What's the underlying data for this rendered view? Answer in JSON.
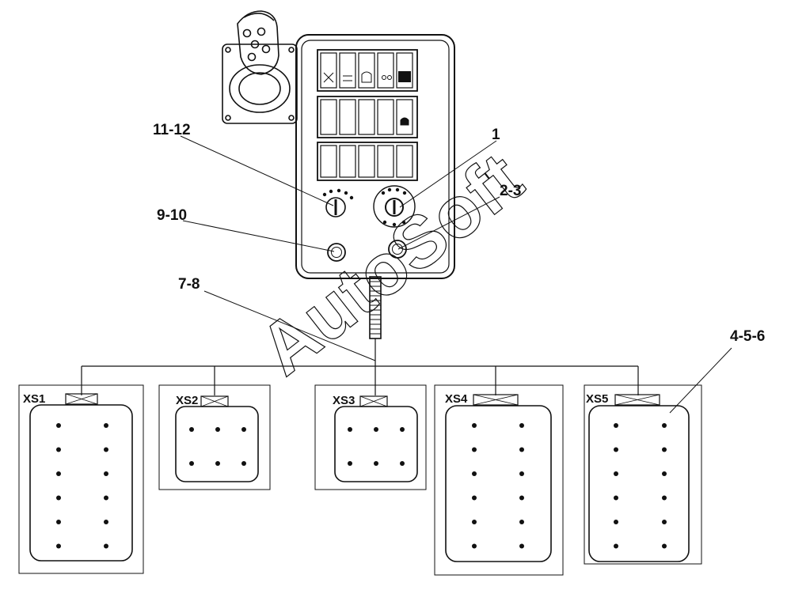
{
  "watermark": "AutoSoft",
  "callouts": [
    {
      "id": "c1",
      "label": "11-12"
    },
    {
      "id": "c2",
      "label": "1"
    },
    {
      "id": "c3",
      "label": "2-3"
    },
    {
      "id": "c4",
      "label": "9-10"
    },
    {
      "id": "c5",
      "label": "7-8"
    },
    {
      "id": "c6",
      "label": "4-5-6"
    }
  ],
  "connectors": [
    {
      "id": "xs1",
      "label": "XS1",
      "pin_rows": 6,
      "pin_cols": 2
    },
    {
      "id": "xs2",
      "label": "XS2",
      "pin_rows": 2,
      "pin_cols": 3
    },
    {
      "id": "xs3",
      "label": "XS3",
      "pin_rows": 2,
      "pin_cols": 3
    },
    {
      "id": "xs4",
      "label": "XS4",
      "pin_rows": 6,
      "pin_cols": 2
    },
    {
      "id": "xs5",
      "label": "XS5",
      "pin_rows": 6,
      "pin_cols": 2
    }
  ]
}
